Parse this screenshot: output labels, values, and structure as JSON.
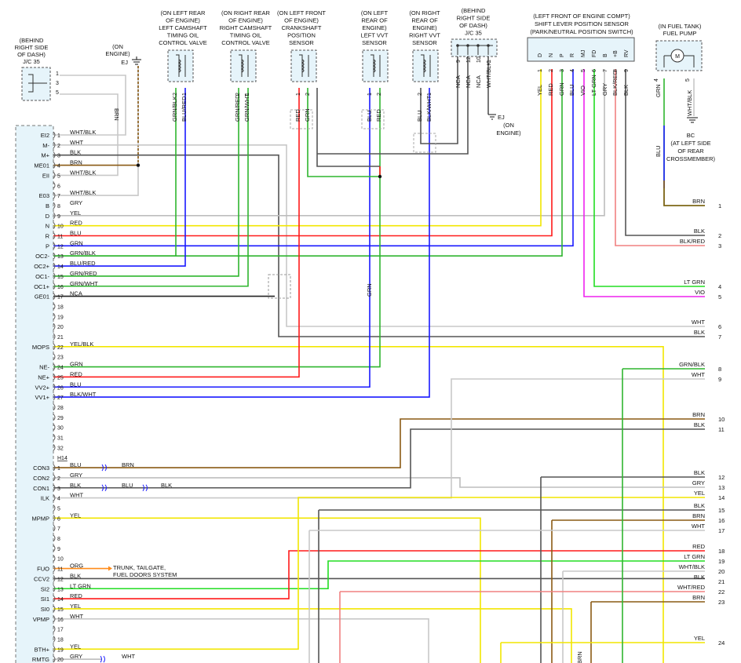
{
  "colors": {
    "GRY": "#bdbdbd",
    "YEL": "#f2e600",
    "RED": "#ff1a1a",
    "BLU": "#1a1aff",
    "GRN": "#2fb52f",
    "BRN": "#8a5a14",
    "BLK": "#555555",
    "VIO": "#ee22ee",
    "LTGRN": "#22dd22",
    "WHT": "#c8c8c8",
    "ORG": "#ff8c1a",
    "PINK": "#f08080",
    "NCA": "#222222"
  },
  "components": {
    "jc35_left": {
      "lines": [
        "(BEHIND",
        "RIGHT SIDE",
        "OF DASH)",
        "J/C 35"
      ],
      "pins": [
        "1",
        "3",
        "5"
      ]
    },
    "on_engine_ej": {
      "lines": [
        "(ON",
        "ENGINE)",
        "EJ"
      ]
    },
    "cam_valve_left": {
      "lines": [
        "(ON LEFT REAR",
        "OF ENGINE)",
        "LEFT CAMSHAFT",
        "TIMING OIL",
        "CONTROL VALVE"
      ],
      "pins": [
        "2",
        "1"
      ],
      "wires": [
        "GRN/BLK",
        "BLU/RED"
      ]
    },
    "cam_valve_right": {
      "lines": [
        "(ON RIGHT REAR",
        "OF ENGINE)",
        "RIGHT CAMSHAFT",
        "TIMING OIL",
        "CONTROL VALVE"
      ],
      "pins": [
        "2",
        "1"
      ],
      "wires": [
        "GRN/RED",
        "GRN/WHT"
      ]
    },
    "crank_sensor": {
      "lines": [
        "(ON LEFT FRONT",
        "OF ENGINE)",
        "CRANKSHAFT",
        "POSITION",
        "SENSOR"
      ],
      "pins": [
        "1",
        "2"
      ],
      "wires": [
        "RED",
        "GRN"
      ]
    },
    "left_vvt": {
      "lines": [
        "(ON LEFT",
        "REAR OF",
        "ENGINE)",
        "LEFT VVT",
        "SENSOR"
      ],
      "pins": [
        "1",
        "2"
      ],
      "wires": [
        "BLU",
        "RED"
      ]
    },
    "right_vvt": {
      "lines": [
        "(ON RIGHT",
        "REAR OF",
        "ENGINE)",
        "RIGHT VVT",
        "SENSOR"
      ],
      "pins": [
        "2",
        "1"
      ],
      "wires": [
        "BLU",
        "BLK/WHT"
      ]
    },
    "jc35_top": {
      "lines": [
        "(BEHIND",
        "RIGHT SIDE",
        "OF DASH)",
        "J/C 35"
      ],
      "pins": [
        "9",
        "12",
        "10",
        "1"
      ],
      "wires": [
        "NCA",
        "NCA",
        "NCA",
        "WHT/BLK"
      ]
    },
    "ej_ground": {
      "lines": [
        "EJ",
        "(ON",
        "ENGINE)"
      ]
    },
    "shift_sensor": {
      "lines": [
        "(LEFT FRONT OF ENGINE COMPT)",
        "SHIFT LEVER POSITION SENSOR",
        "(PARK/NEUTRAL POSITION SWITCH)"
      ],
      "signals": [
        "D",
        "N",
        "P",
        "R",
        "MJ",
        "FD",
        "B",
        "+B",
        "RV"
      ],
      "pins": [
        "1",
        "2",
        "3",
        "4",
        "5",
        "6",
        "7",
        "8",
        "9"
      ],
      "wires": [
        "YEL",
        "RED",
        "GRN",
        "BLU",
        "VIO",
        "LT GRN",
        "GRY",
        "BLK/RED",
        "BLK"
      ]
    },
    "fuel_pump": {
      "lines": [
        "(IN FUEL TANK)",
        "FUEL PUMP"
      ],
      "motor": "M",
      "pins": [
        "4",
        "5"
      ],
      "wires": [
        "GRN",
        "WHT/BLK"
      ]
    },
    "bc": {
      "lines": [
        "BC",
        "(AT LEFT SIDE",
        "OF REAR",
        "CROSSMEMBER)"
      ],
      "wire": "BLU"
    },
    "h14": {
      "label": "H14"
    },
    "trunk": {
      "lines": [
        "TRUNK, TAILGATE,",
        "FUEL DOORS SYSTEM"
      ]
    }
  },
  "ecu_rows": [
    {
      "sig": "EI2",
      "pin": "1",
      "wire": "WHT/BLK"
    },
    {
      "sig": "M-",
      "pin": "2",
      "wire": "WHT"
    },
    {
      "sig": "M+",
      "pin": "3",
      "wire": "BLK"
    },
    {
      "sig": "ME01",
      "pin": "4",
      "wire": "BRN"
    },
    {
      "sig": "EII",
      "pin": "5",
      "wire": "WHT/BLK"
    },
    {
      "sig": "",
      "pin": "6",
      "wire": ""
    },
    {
      "sig": "E03",
      "pin": "7",
      "wire": "WHT/BLK"
    },
    {
      "sig": "B",
      "pin": "8",
      "wire": "GRY"
    },
    {
      "sig": "D",
      "pin": "9",
      "wire": "YEL"
    },
    {
      "sig": "N",
      "pin": "10",
      "wire": "RED"
    },
    {
      "sig": "R",
      "pin": "11",
      "wire": "BLU"
    },
    {
      "sig": "P",
      "pin": "12",
      "wire": "GRN"
    },
    {
      "sig": "OC2-",
      "pin": "13",
      "wire": "GRN/BLK"
    },
    {
      "sig": "OC2+",
      "pin": "14",
      "wire": "BLU/RED"
    },
    {
      "sig": "OC1-",
      "pin": "15",
      "wire": "GRN/RED"
    },
    {
      "sig": "OC1+",
      "pin": "16",
      "wire": "GRN/WHT"
    },
    {
      "sig": "GE01",
      "pin": "17",
      "wire": "NCA"
    },
    {
      "sig": "",
      "pin": "18",
      "wire": ""
    },
    {
      "sig": "",
      "pin": "19",
      "wire": ""
    },
    {
      "sig": "",
      "pin": "20",
      "wire": ""
    },
    {
      "sig": "",
      "pin": "21",
      "wire": ""
    },
    {
      "sig": "MOPS",
      "pin": "22",
      "wire": "YEL/BLK"
    },
    {
      "sig": "",
      "pin": "23",
      "wire": ""
    },
    {
      "sig": "NE-",
      "pin": "24",
      "wire": "GRN"
    },
    {
      "sig": "NE+",
      "pin": "25",
      "wire": "RED"
    },
    {
      "sig": "VV2+",
      "pin": "26",
      "wire": "BLU"
    },
    {
      "sig": "VV1+",
      "pin": "27",
      "wire": "BLK/WHT"
    },
    {
      "sig": "",
      "pin": "28",
      "wire": ""
    },
    {
      "sig": "",
      "pin": "29",
      "wire": ""
    },
    {
      "sig": "",
      "pin": "30",
      "wire": ""
    },
    {
      "sig": "",
      "pin": "31",
      "wire": ""
    },
    {
      "sig": "",
      "pin": "32",
      "wire": ""
    },
    {
      "sig": "",
      "pin": "H14",
      "wire": ""
    },
    {
      "sig": "CON3",
      "pin": "1",
      "wire": "BLU",
      "after": "BRN"
    },
    {
      "sig": "CON2",
      "pin": "2",
      "wire": "GRY"
    },
    {
      "sig": "CON1",
      "pin": "3",
      "wire": "BLK",
      "mid": "BLU",
      "after": "BLK"
    },
    {
      "sig": "ILK",
      "pin": "4",
      "wire": "WHT"
    },
    {
      "sig": "",
      "pin": "5",
      "wire": ""
    },
    {
      "sig": "MPMP",
      "pin": "6",
      "wire": "YEL"
    },
    {
      "sig": "",
      "pin": "7",
      "wire": ""
    },
    {
      "sig": "",
      "pin": "8",
      "wire": ""
    },
    {
      "sig": "",
      "pin": "9",
      "wire": ""
    },
    {
      "sig": "",
      "pin": "10",
      "wire": ""
    },
    {
      "sig": "FUO",
      "pin": "11",
      "wire": "ORG"
    },
    {
      "sig": "CCV2",
      "pin": "12",
      "wire": "BLK"
    },
    {
      "sig": "SI2",
      "pin": "13",
      "wire": "LT GRN"
    },
    {
      "sig": "SI1",
      "pin": "14",
      "wire": "RED"
    },
    {
      "sig": "SI0",
      "pin": "15",
      "wire": "YEL"
    },
    {
      "sig": "VPMP",
      "pin": "16",
      "wire": "WHT"
    },
    {
      "sig": "",
      "pin": "17",
      "wire": ""
    },
    {
      "sig": "",
      "pin": "18",
      "wire": ""
    },
    {
      "sig": "BTH+",
      "pin": "19",
      "wire": "YEL"
    },
    {
      "sig": "RMTG",
      "pin": "20",
      "wire": "GRY",
      "after": "WHT"
    }
  ],
  "right_refs": [
    {
      "wire": "BRN",
      "num": "1"
    },
    {
      "wire": "BLK",
      "num": "2"
    },
    {
      "wire": "BLK/RED",
      "num": "3"
    },
    {
      "wire": "LT GRN",
      "num": "4"
    },
    {
      "wire": "VIO",
      "num": "5"
    },
    {
      "wire": "WHT",
      "num": "6"
    },
    {
      "wire": "BLK",
      "num": "7"
    },
    {
      "wire": "GRN/BLK",
      "num": "8"
    },
    {
      "wire": "WHT",
      "num": "9"
    },
    {
      "wire": "BRN",
      "num": "10"
    },
    {
      "wire": "BLK",
      "num": "11"
    },
    {
      "wire": "BLK",
      "num": "12"
    },
    {
      "wire": "GRY",
      "num": "13"
    },
    {
      "wire": "YEL",
      "num": "14"
    },
    {
      "wire": "BLK",
      "num": "15"
    },
    {
      "wire": "BRN",
      "num": "16"
    },
    {
      "wire": "WHT",
      "num": "17"
    },
    {
      "wire": "RED",
      "num": "18"
    },
    {
      "wire": "LT GRN",
      "num": "19"
    },
    {
      "wire": "WHT/BLK",
      "num": "20"
    },
    {
      "wire": "BLK",
      "num": "21"
    },
    {
      "wire": "WHT/RED",
      "num": "22"
    },
    {
      "wire": "BRN",
      "num": "23"
    },
    {
      "wire": "YEL",
      "num": "24"
    }
  ],
  "mid_labels": {
    "brn_vertical": "BRN",
    "grn_vertical": "GRN",
    "blu_short": "BLU",
    "brn_bottom": "BRN",
    "jc35_left_brn": "BRN"
  }
}
